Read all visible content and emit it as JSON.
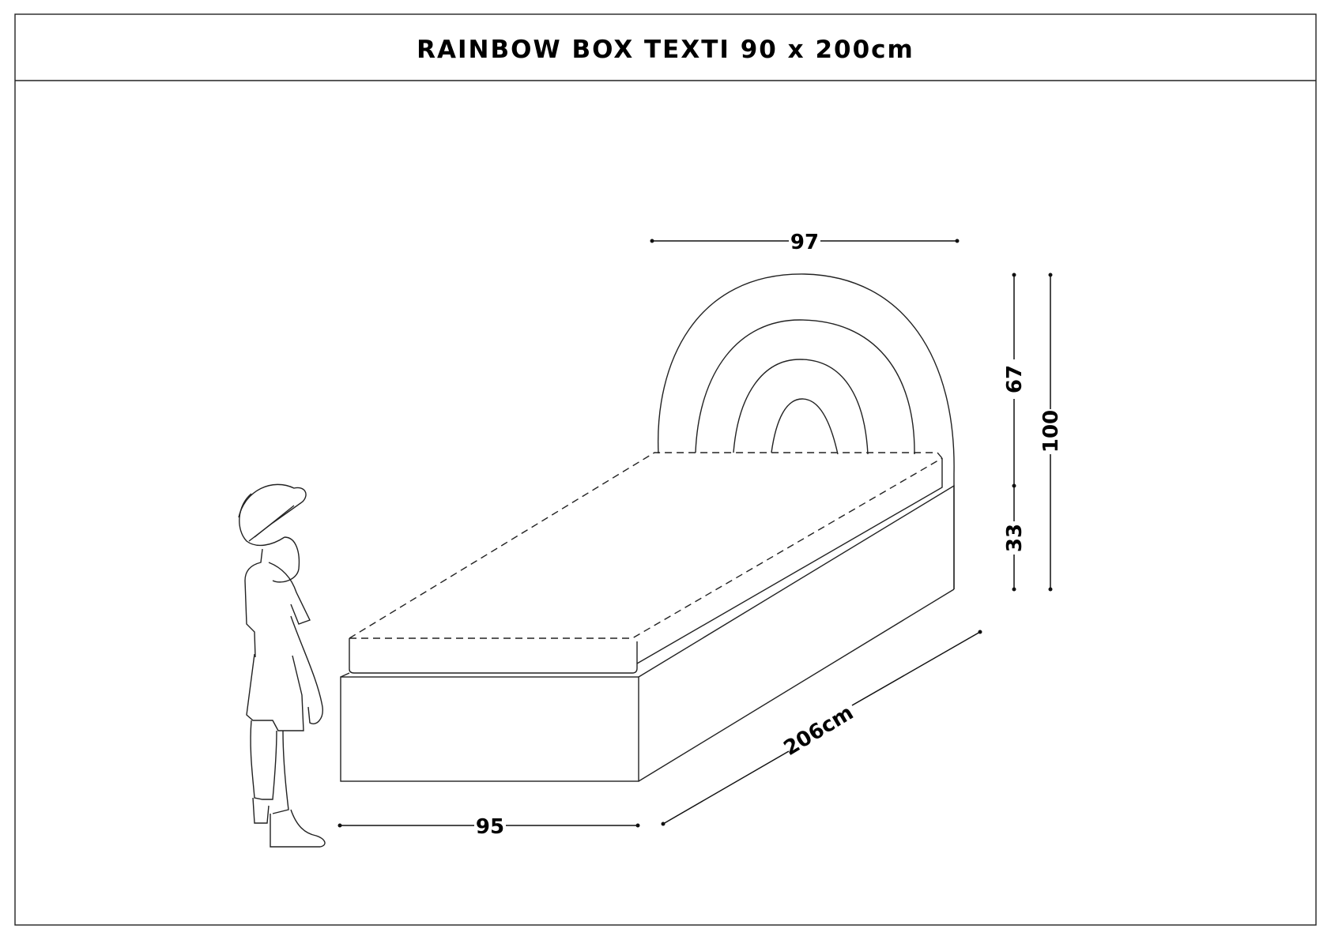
{
  "title": "RAINBOW BOX TEXTI 90 x 200cm",
  "dimensions": {
    "headboard_width": "97",
    "headboard_height": "67",
    "base_height": "33",
    "total_height": "100",
    "bed_width": "95",
    "bed_length": "206cm"
  }
}
